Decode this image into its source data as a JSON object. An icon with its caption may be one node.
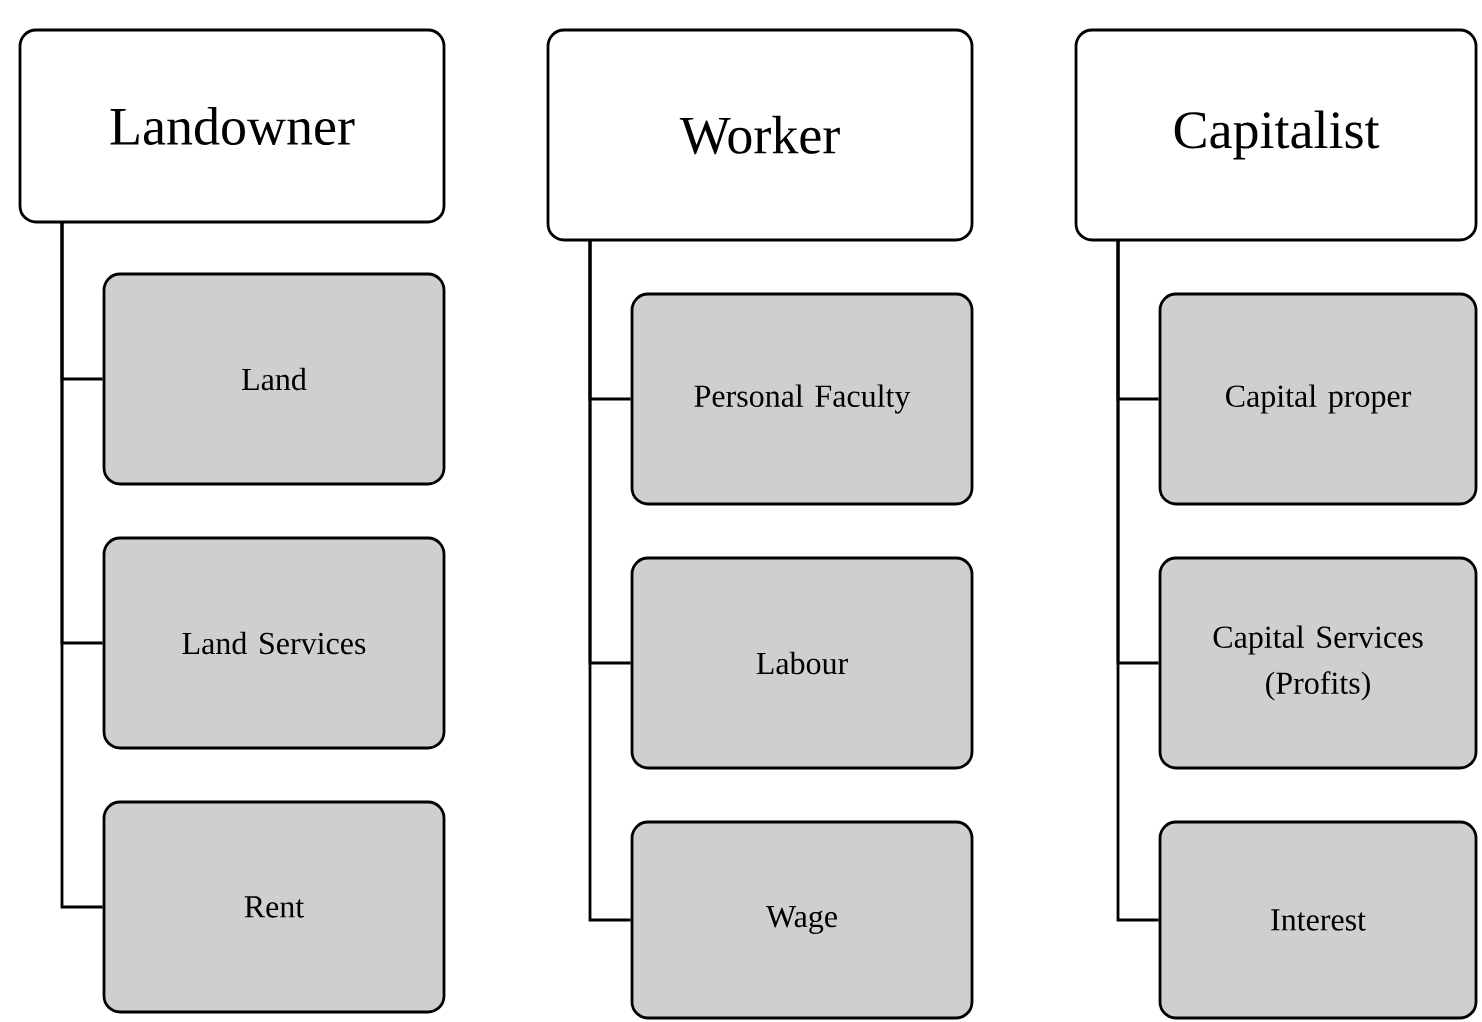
{
  "diagram": {
    "nodes": [
      {
        "text": [
          "Landowner"
        ]
      },
      {
        "text": [
          "Land"
        ]
      },
      {
        "text": [
          "Land Services"
        ]
      },
      {
        "text": [
          "Rent"
        ]
      },
      {
        "text": [
          "Worker"
        ]
      },
      {
        "text": [
          "Personal Faculty"
        ]
      },
      {
        "text": [
          "Labour"
        ]
      },
      {
        "text": [
          "Wage"
        ]
      },
      {
        "text": [
          "Capitalist"
        ]
      },
      {
        "text": [
          "Capital proper"
        ]
      },
      {
        "text": [
          "Capital Services",
          "(Profits)"
        ]
      },
      {
        "text": [
          "Interest"
        ]
      }
    ],
    "edges": [
      {
        "from": 0,
        "to": 1,
        "arrow": "none"
      },
      {
        "from": 0,
        "to": 2,
        "arrow": "none"
      },
      {
        "from": 0,
        "to": 3,
        "arrow": "none"
      },
      {
        "from": 4,
        "to": 5,
        "arrow": "none"
      },
      {
        "from": 4,
        "to": 6,
        "arrow": "none"
      },
      {
        "from": 4,
        "to": 7,
        "arrow": "none"
      },
      {
        "from": 8,
        "to": 9,
        "arrow": "none"
      },
      {
        "from": 8,
        "to": 10,
        "arrow": "none"
      },
      {
        "from": 8,
        "to": 11,
        "arrow": "none"
      }
    ]
  }
}
